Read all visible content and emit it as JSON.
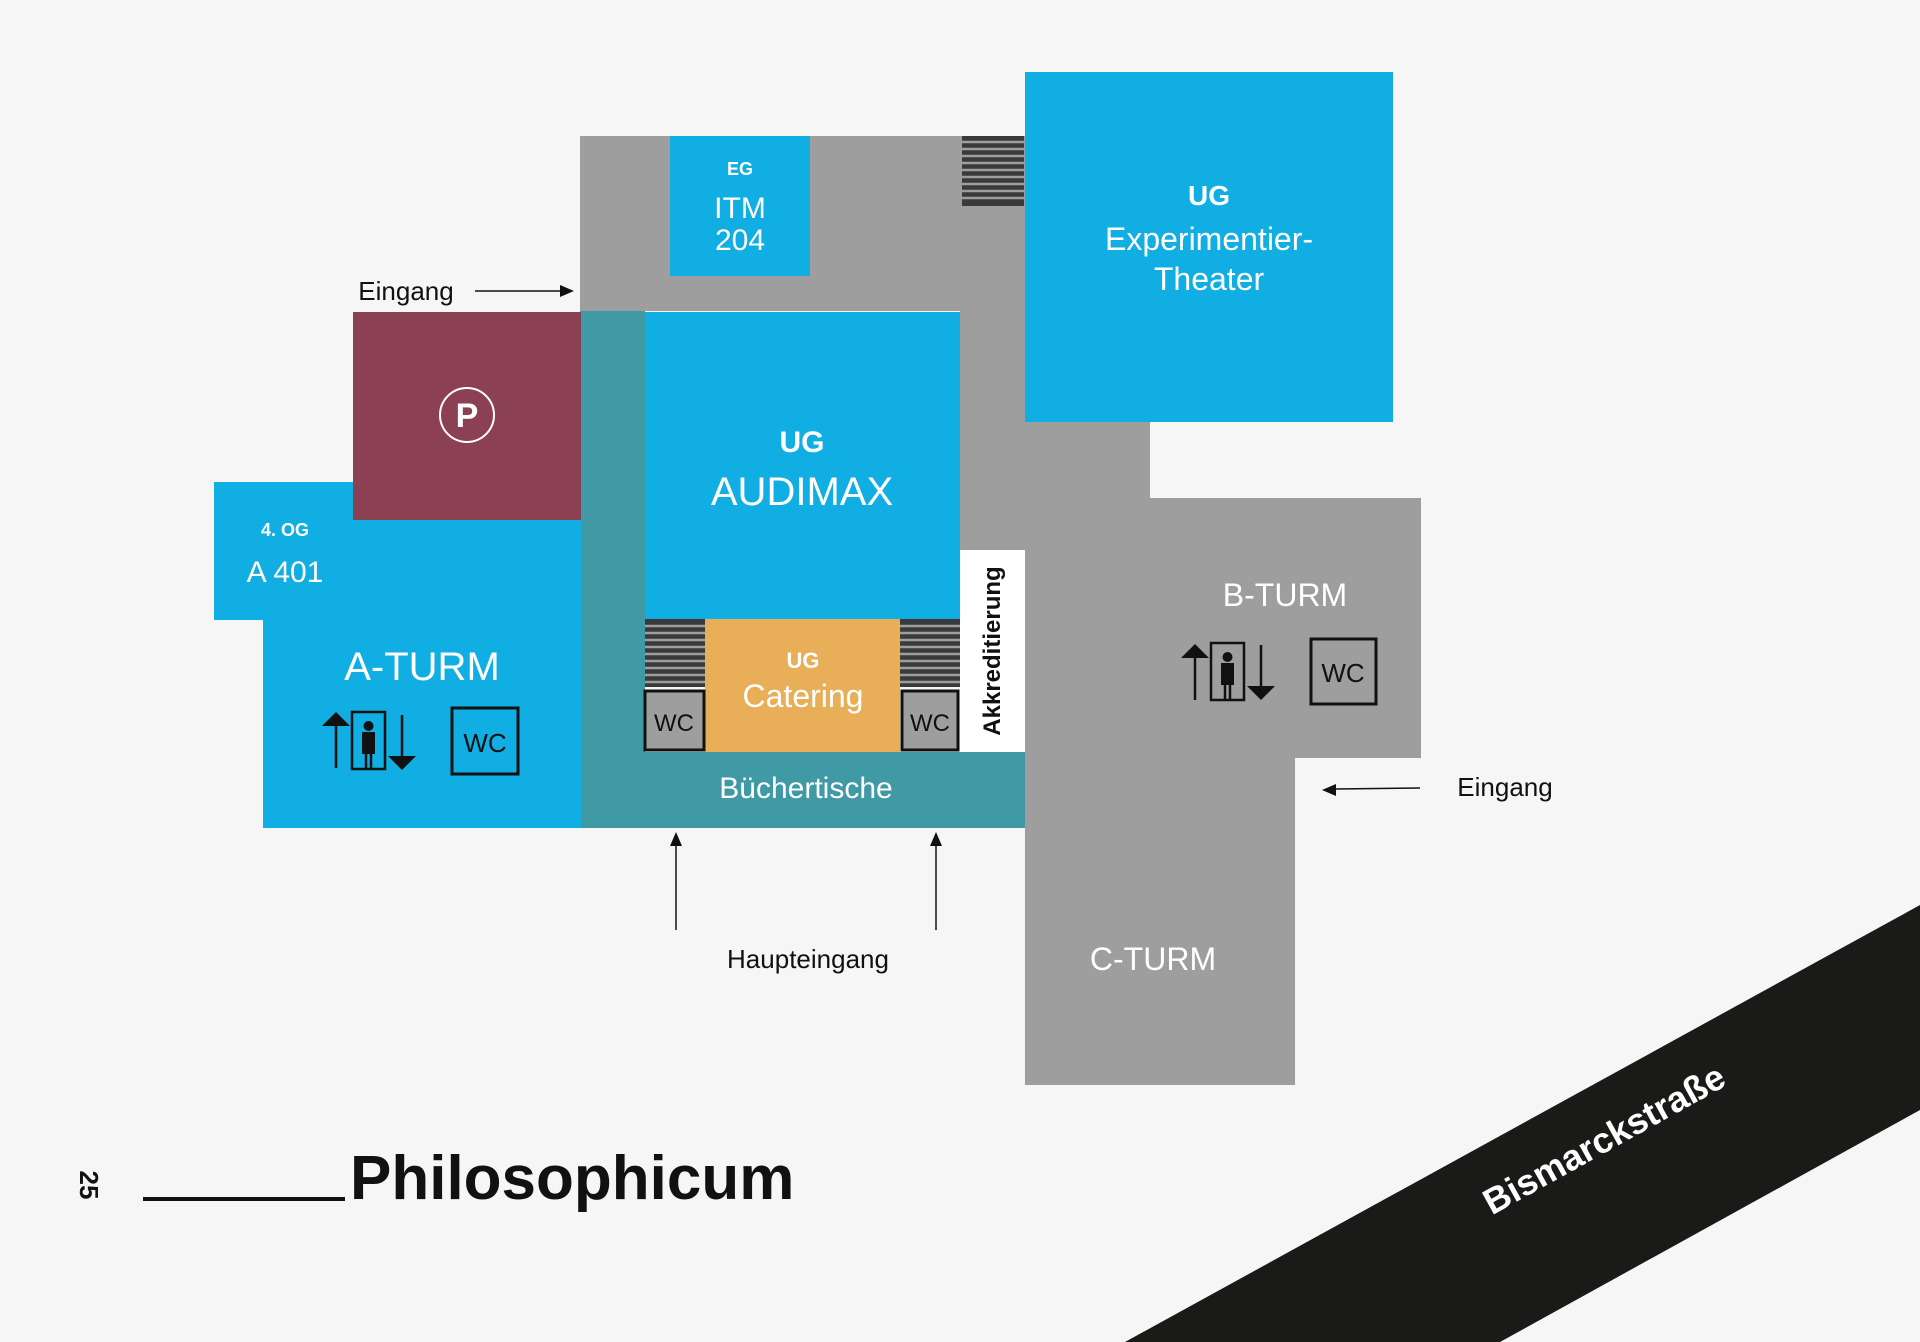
{
  "colors": {
    "background": "#f6f6f6",
    "corridor_gray": "#9e9e9e",
    "room_blue": "#10aee3",
    "parking_maroon": "#8b4153",
    "foyer_teal": "#3f9aa6",
    "catering_orange": "#e8ae58",
    "street_black": "#1a1a18",
    "white": "#ffffff",
    "text_dark": "#1a1a1a"
  },
  "rooms": {
    "itm": {
      "level": "EG",
      "line1": "ITM",
      "line2": "204"
    },
    "theater": {
      "level": "UG",
      "line1": "Experimentier-",
      "line2": "Theater"
    },
    "audimax": {
      "level": "UG",
      "name": "AUDIMAX"
    },
    "catering": {
      "level": "UG",
      "name": "Catering"
    },
    "a401": {
      "level": "4. OG",
      "name": "A 401"
    },
    "parking": {
      "symbol": "P"
    },
    "akkreditierung": {
      "name": "Akkreditierung"
    },
    "buechertische": {
      "name": "Büchertische"
    }
  },
  "towers": {
    "a": {
      "name": "A-TURM"
    },
    "b": {
      "name": "B-TURM"
    },
    "c": {
      "name": "C-TURM"
    }
  },
  "facilities": {
    "wc_label": "WC",
    "elevator_icon": "elevator-icon",
    "wc_icon": "wc-icon"
  },
  "entrances": {
    "west": "Eingang",
    "east": "Eingang",
    "main": "Haupteingang"
  },
  "street": {
    "name": "Bismarckstraße"
  },
  "footer": {
    "page_number": "25",
    "title": "Philosophicum"
  }
}
